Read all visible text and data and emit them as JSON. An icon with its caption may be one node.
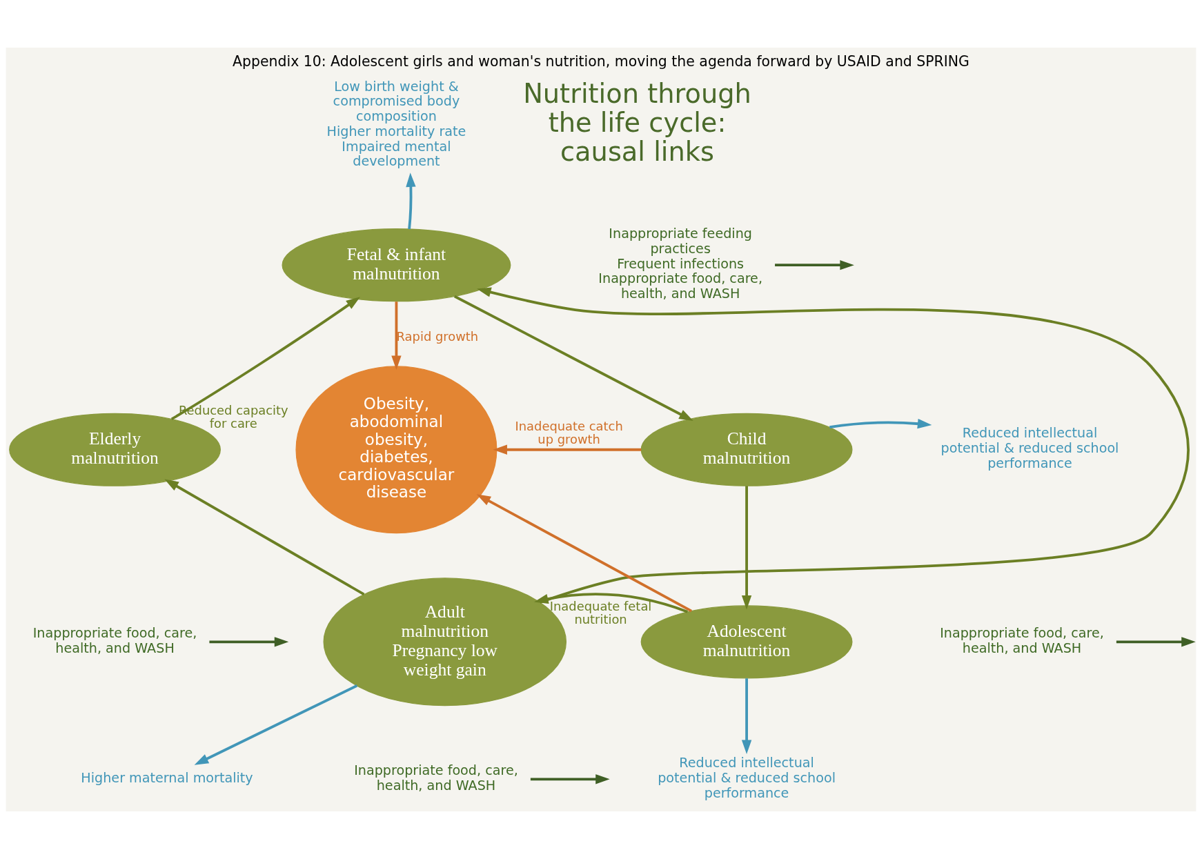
{
  "diagram": {
    "title": "Appendix 10: Adolescent girls and woman's nutrition, moving the agenda forward by USAID and SPRING",
    "nodes": [
      {
        "text": [
          "Fetal & infant malnutrition"
        ]
      },
      {
        "text": [
          "Child malnutrition"
        ]
      },
      {
        "text": [
          "Adolescent malnutrition"
        ]
      },
      {
        "text": [
          "Adult malnutrition",
          "Pregnancy low weight gain"
        ]
      },
      {
        "text": [
          "Elderly malnutrition"
        ]
      },
      {
        "text": [
          "Obesity, abodominal obesity, diabetes, cardiovascular disease"
        ]
      },
      {
        "text": [
          "Low birth weight & compromised body composition",
          "Higher mortality rate",
          "Impaired mental development"
        ]
      },
      {
        "text": [
          "Reduced intellectual potential & reduced school performance"
        ]
      },
      {
        "text": [
          "Reduced intellectual potential & reduced school performance"
        ]
      },
      {
        "text": [
          "Higher maternal mortality"
        ]
      },
      {
        "text": [
          "Inappropriate feeding practices",
          "Frequent infections",
          "Inappropriate food, care, health, and WASH"
        ]
      },
      {
        "text": [
          "Inappropriate food, care, health, and WASH"
        ]
      },
      {
        "text": [
          "Inappropriate food, care, health, and WASH"
        ]
      },
      {
        "text": [
          "Inappropriate food, care, health, and WASH"
        ]
      }
    ],
    "edges": [
      {
        "from": 0,
        "to": 1,
        "arrow": "to"
      },
      {
        "from": 1,
        "to": 2,
        "arrow": "to"
      },
      {
        "from": 2,
        "to": 3,
        "arrow": "to"
      },
      {
        "from": 3,
        "to": 4,
        "arrow": "to"
      },
      {
        "from": 4,
        "to": 0,
        "arrow": "to",
        "label": "Reduced capacity for care"
      },
      {
        "from": 3,
        "to": 0,
        "arrow": "to",
        "label": "Inadequate fetal nutrition"
      },
      {
        "from": 0,
        "to": 5,
        "arrow": "to",
        "color": "#d0702a",
        "label": "Rapid growth"
      },
      {
        "from": 1,
        "to": 5,
        "arrow": "to",
        "color": "#d0702a",
        "label": "Inadequate catch up growth"
      },
      {
        "from": 2,
        "to": 5,
        "arrow": "to",
        "color": "#d0702a"
      },
      {
        "from": 0,
        "to": 6,
        "arrow": "to",
        "color": "#4196b8"
      },
      {
        "from": 1,
        "to": 7,
        "arrow": "to",
        "color": "#4196b8"
      },
      {
        "from": 2,
        "to": 8,
        "arrow": "to",
        "color": "#4196b8"
      },
      {
        "from": 3,
        "to": 9,
        "arrow": "to",
        "color": "#4196b8"
      },
      {
        "from": 10,
        "to": null,
        "arrow": "to",
        "color": "#3f5f25"
      },
      {
        "from": 11,
        "to": null,
        "arrow": "to",
        "color": "#3f5f25"
      },
      {
        "from": 12,
        "to": null,
        "arrow": "to",
        "color": "#3f5f25"
      },
      {
        "from": 13,
        "to": null,
        "arrow": "to",
        "color": "#3f5f25"
      }
    ],
    "labels": [
      "Nutrition through the life cycle: causal links"
    ]
  }
}
